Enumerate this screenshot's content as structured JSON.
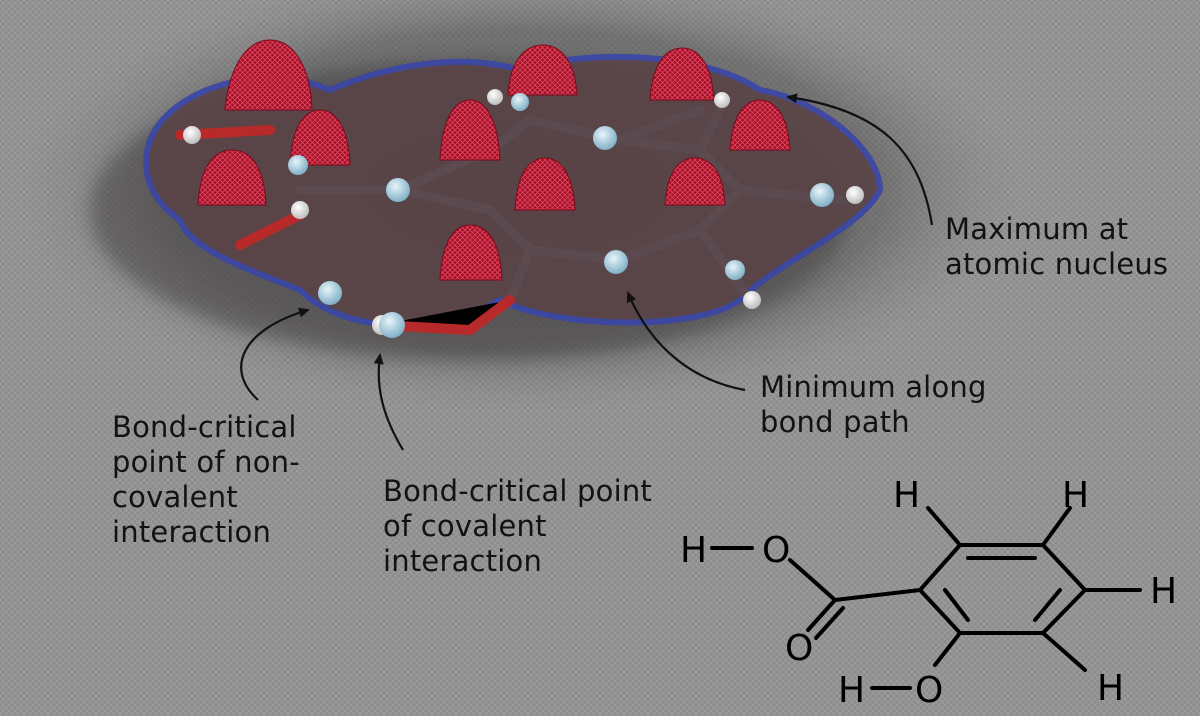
{
  "annotations": {
    "maximum": [
      "Maximum at",
      "atomic nucleus"
    ],
    "minimum": [
      "Minimum along",
      "bond path"
    ],
    "bcp_noncovalent": [
      "Bond-critical",
      "point of non-",
      "covalent",
      "interaction"
    ],
    "bcp_covalent": [
      "Bond-critical point",
      "of covalent",
      "interaction"
    ]
  },
  "structure": {
    "atoms": {
      "h_hydroxyl_top": "H",
      "o_hydroxyl_top": "O",
      "o_carbonyl": "O",
      "h_hydroxyl_bottom": "H",
      "o_hydroxyl_bottom": "O",
      "h_ring_top_left": "H",
      "h_ring_top_right": "H",
      "h_ring_right": "H",
      "h_ring_bottom_right": "H"
    }
  },
  "colors": {
    "background": "#8f8f8f",
    "density_peak": "#b0102c",
    "bond_critical_point": "#a9cfe0",
    "hydrogen": "#f2f2f2",
    "bond_line": "#000000",
    "text": "#121212"
  }
}
